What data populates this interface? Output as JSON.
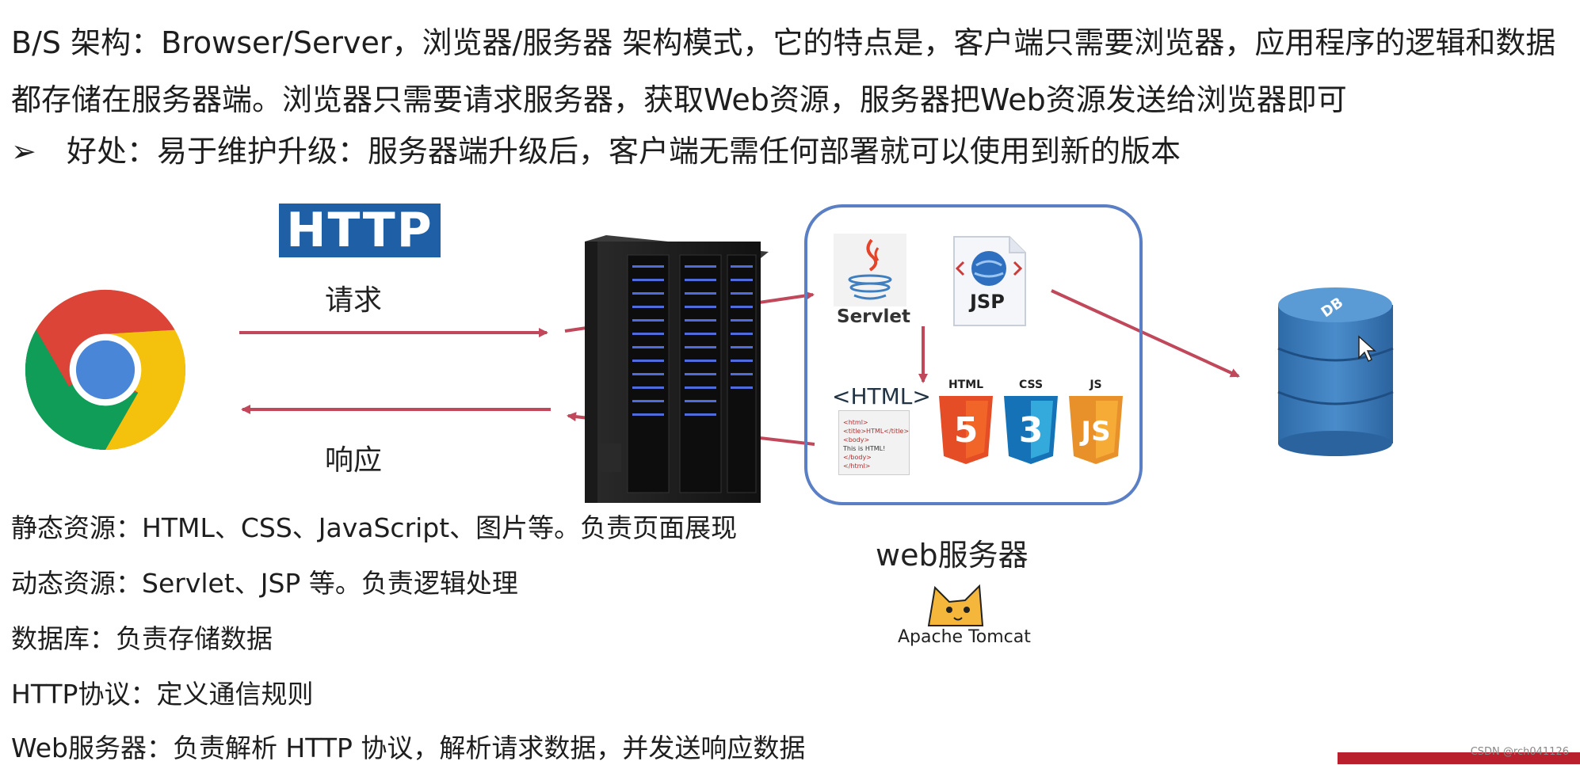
{
  "intro": {
    "text": "B/S 架构：Browser/Server，浏览器/服务器 架构模式，它的特点是，客户端只需要浏览器，应用程序的逻辑和数据都存储在服务器端。浏览器只需要请求服务器，获取Web资源，服务器把Web资源发送给浏览器即可"
  },
  "bullet": {
    "marker": "➢",
    "text": "好处：易于维护升级：服务器端升级后，客户端无需任何部署就可以使用到新的版本"
  },
  "diagram": {
    "http_logo": "HTTP",
    "request_label": "请求",
    "response_label": "响应",
    "servlet_label": "Servlet",
    "jsp_label": "JSP",
    "html_tag_label": "<HTML>",
    "html5_label": "HTML",
    "css3_label": "CSS",
    "js_label": "JS",
    "db_label": "DB",
    "web_server_label": "web服务器",
    "tomcat_label": "Apache Tomcat",
    "html_doc_lines": [
      "<html>",
      "<title>HTML</title>",
      "<body>",
      "This is HTML!",
      "</body>",
      "</html>"
    ]
  },
  "definitions": [
    "静态资源：HTML、CSS、JavaScript、图片等。负责页面展现",
    "动态资源：Servlet、JSP 等。负责逻辑处理",
    "数据库：负责存储数据",
    "HTTP协议：定义通信规则",
    "Web服务器：负责解析 HTTP 协议，解析请求数据，并发送响应数据"
  ],
  "watermark": "CSDN @rch041126",
  "colors": {
    "arrow": "#c0485a",
    "http_blue": "#1f5fa6",
    "box_border": "#5b7fc4",
    "html5_orange": "#e44d26",
    "css3_blue": "#1572b6",
    "js_yellow": "#f0a030",
    "db_blue": "#3a7ab8"
  }
}
